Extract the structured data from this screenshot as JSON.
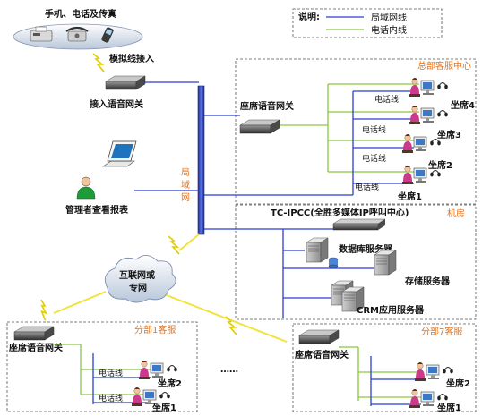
{
  "legend": {
    "title": "说明:",
    "lan_label": "局域网线",
    "tel_label": "电话内线",
    "lan_color": "#2c3fd0",
    "tel_color": "#8cc63e"
  },
  "top": {
    "devices_label": "手机、电话及传真",
    "analog_label": "模拟线接入",
    "gateway_label": "接入语音网关"
  },
  "lan_vertical": [
    "局",
    "域",
    "网"
  ],
  "manager_label": "管理者查看报表",
  "cloud_label_1": "互联网或",
  "cloud_label_2": "专网",
  "hq": {
    "title": "总部客服中心",
    "gateway_label": "座席语音网关",
    "phone_line": "电话线",
    "seats": [
      "坐席4",
      "坐席3",
      "坐席2",
      "坐席1"
    ]
  },
  "machine_room": {
    "title": "机房",
    "ipcc_label": "TC-IPCC(全胜多媒体IP呼叫中心)",
    "db_label": "数据库服务器",
    "storage_label": "存储服务器",
    "crm_label": "CRM应用服务器"
  },
  "branch1": {
    "title": "分部1客服",
    "gateway_label": "座席语音网关",
    "phone_line": "电话线",
    "seats": [
      "坐席2",
      "坐席1"
    ]
  },
  "branch7": {
    "title": "分部7客服",
    "gateway_label": "座席语音网关",
    "seats": [
      "坐席2",
      "坐席1"
    ]
  },
  "ellipsis": "……"
}
